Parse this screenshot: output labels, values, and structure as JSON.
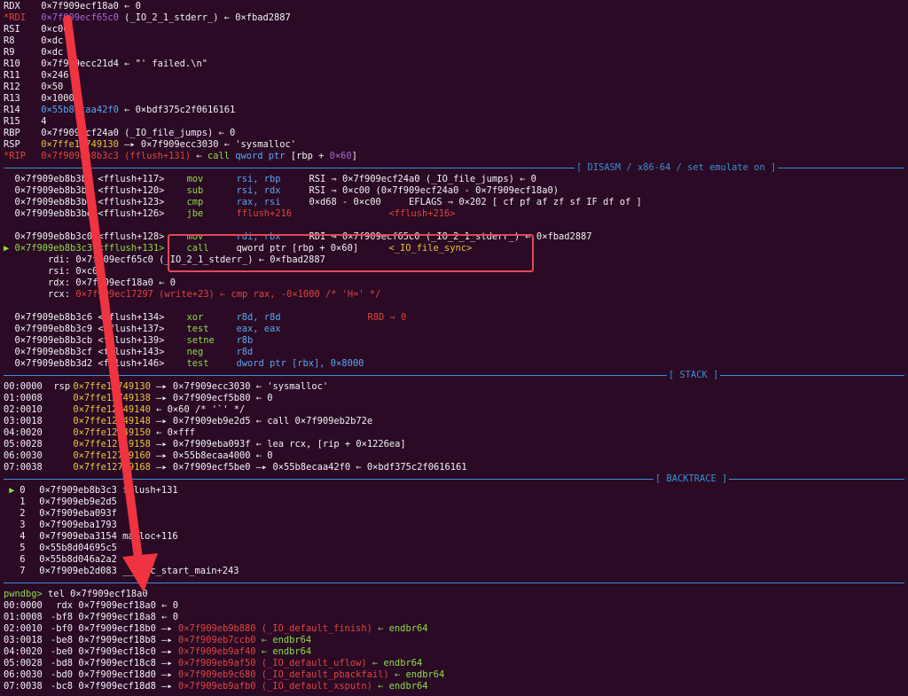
{
  "registers": [
    {
      "name": "RDX",
      "changed": false,
      "val": "0×7f909ecf18a0",
      "val_color": "white",
      "rest": " ← 0"
    },
    {
      "name": "*RDI",
      "changed": true,
      "val": "0×7f909ecf65c0",
      "val_color": "purple",
      "rest": " (_IO_2_1_stderr_) ← 0×fbad2887"
    },
    {
      "name": "RSI",
      "changed": false,
      "val": "0×c00",
      "val_color": "white",
      "rest": ""
    },
    {
      "name": "R8",
      "changed": false,
      "val": "0×dc",
      "val_color": "white",
      "rest": ""
    },
    {
      "name": "R9",
      "changed": false,
      "val": "0×dc",
      "val_color": "white",
      "rest": ""
    },
    {
      "name": "R10",
      "changed": false,
      "val": "0×7f909ecc21d4",
      "val_color": "white",
      "rest": " ← \"' failed.\\n\""
    },
    {
      "name": "R11",
      "changed": false,
      "val": "0×246",
      "val_color": "white",
      "rest": ""
    },
    {
      "name": "R12",
      "changed": false,
      "val": "0×50",
      "val_color": "white",
      "rest": ""
    },
    {
      "name": "R13",
      "changed": false,
      "val": "0×1000",
      "val_color": "white",
      "rest": ""
    },
    {
      "name": "R14",
      "changed": false,
      "val": "0×55b8ecaa42f0",
      "val_color": "blue",
      "rest": " ← 0×bdf375c2f0616161"
    },
    {
      "name": "R15",
      "changed": false,
      "val": "4",
      "val_color": "white",
      "rest": ""
    },
    {
      "name": "RBP",
      "changed": false,
      "val": "0×7f909ecf24a0",
      "val_color": "white",
      "rest": " (_IO_file_jumps) ← 0"
    },
    {
      "name": "RSP",
      "changed": false,
      "val": "0×7ffe12749130",
      "val_color": "yellow",
      "rest": " —▸ 0×7f909ecc3030 ← 'sysmalloc'"
    }
  ],
  "rip": {
    "name": "*RIP",
    "val": "0×7f909eb8b3c3 (fflush+131)",
    "arrow": " ← ",
    "kw": "call",
    "ptr": "qword ptr",
    "operand": "[rbp + ",
    "offset": "0×60",
    "close": "]"
  },
  "sections": {
    "disasm": "[ DISASM / x86-64 / set emulate on ]",
    "stack": "[ STACK ]",
    "backtrace": "[ BACKTRACE ]"
  },
  "disasm": [
    {
      "addr": "0×7f909eb8b3b5 <fflush+117>",
      "mnem": "mov",
      "ops": "rsi, rbp",
      "comment": "RSI ⇒ 0×7f909ecf24a0 (_IO_file_jumps) ← 0"
    },
    {
      "addr": "0×7f909eb8b3b8 <fflush+120>",
      "mnem": "sub",
      "ops": "rsi, rdx",
      "comment": "RSI ⇒ 0×c00 (0×7f909ecf24a0 - 0×7f909ecf18a0)"
    },
    {
      "addr": "0×7f909eb8b3bb <fflush+123>",
      "mnem": "cmp",
      "ops": "rax, rsi",
      "comment": "0×d68 - 0×c00     EFLAGS ⇒ 0×202 [ cf pf af zf sf IF df of ]"
    },
    {
      "addr": "0×7f909eb8b3be <fflush+126>",
      "mnem": "jbe",
      "ops": "fflush+216",
      "comment": "<fflush+216>"
    }
  ],
  "disasm2": [
    {
      "addr": "0×7f909eb8b3c0 <fflush+128>",
      "mnem": "mov",
      "ops": "rdi, rbx",
      "comment": "RDI ⇒ 0×7f909ecf65c0 (_IO_2_1_stderr_) ← 0×fbad2887"
    },
    {
      "addr": "0×7f909eb8b3c3 <fflush+131>",
      "mnem": "call",
      "ops": "qword ptr [rbp + 0×60]",
      "comment": "<_IO_file_sync>",
      "current": true
    }
  ],
  "call_args": [
    {
      "name": "rdi:",
      "val": "0×7f909ecf65c0 (_IO_2_1_stderr_) ← 0×fbad2887"
    },
    {
      "name": "rsi:",
      "val": "0×c00"
    },
    {
      "name": "rdx:",
      "val": "0×7f909ecf18a0 ← 0"
    },
    {
      "name": "rcx:",
      "val": "0×7f909ec17297 (write+23) ← cmp rax, -0×1000 /* 'H=' */"
    }
  ],
  "disasm3": [
    {
      "addr": "0×7f909eb8b3c6 <fflush+134>",
      "mnem": "xor",
      "ops": "r8d, r8d",
      "comment": "R8D ⇒ 0"
    },
    {
      "addr": "0×7f909eb8b3c9 <fflush+137>",
      "mnem": "test",
      "ops": "eax, eax",
      "comment": ""
    },
    {
      "addr": "0×7f909eb8b3cb <fflush+139>",
      "mnem": "setne",
      "ops": "r8b",
      "comment": ""
    },
    {
      "addr": "0×7f909eb8b3cf <fflush+143>",
      "mnem": "neg",
      "ops": "r8d",
      "comment": ""
    },
    {
      "addr": "0×7f909eb8b3d2 <fflush+146>",
      "mnem": "test",
      "ops": "dword ptr [rbx], 0×8000",
      "comment": ""
    }
  ],
  "stack": [
    {
      "idx": "00:0000",
      "reg": "rsp",
      "addr": "0×7ffe12749130",
      "rest": " —▸ 0×7f909ecc3030 ← 'sysmalloc'"
    },
    {
      "idx": "01:0008",
      "reg": "",
      "addr": "0×7ffe12749138",
      "rest": " —▸ 0×7f909ecf5b80 ← 0"
    },
    {
      "idx": "02:0010",
      "reg": "",
      "addr": "0×7ffe12749140",
      "rest": " ← 0×60 /* '`' */"
    },
    {
      "idx": "03:0018",
      "reg": "",
      "addr": "0×7ffe12749148",
      "rest": " —▸ 0×7f909eb9e2d5 ← call 0×7f909eb2b72e"
    },
    {
      "idx": "04:0020",
      "reg": "",
      "addr": "0×7ffe12749150",
      "rest": " ← 0×fff"
    },
    {
      "idx": "05:0028",
      "reg": "",
      "addr": "0×7ffe12749158",
      "rest": " —▸ 0×7f909eba093f ← lea rcx, [rip + 0×1226ea]"
    },
    {
      "idx": "06:0030",
      "reg": "",
      "addr": "0×7ffe12749160",
      "rest": " —▸ 0×55b8ecaa4000 ← 0"
    },
    {
      "idx": "07:0038",
      "reg": "",
      "addr": "0×7ffe12749168",
      "rest": " —▸ 0×7f909ecf5be0 —▸ 0×55b8ecaa42f0 ← 0×bdf375c2f0616161"
    }
  ],
  "backtrace": [
    {
      "marker": "▶",
      "idx": "0",
      "addr": "0×7f909eb8b3c3",
      "sym": "fflush+131"
    },
    {
      "marker": "",
      "idx": "1",
      "addr": "0×7f909eb9e2d5",
      "sym": ""
    },
    {
      "marker": "",
      "idx": "2",
      "addr": "0×7f909eba093f",
      "sym": ""
    },
    {
      "marker": "",
      "idx": "3",
      "addr": "0×7f909eba1793",
      "sym": ""
    },
    {
      "marker": "",
      "idx": "4",
      "addr": "0×7f909eba3154",
      "sym": "malloc+116"
    },
    {
      "marker": "",
      "idx": "5",
      "addr": "0×55b8d04695c5",
      "sym": ""
    },
    {
      "marker": "",
      "idx": "6",
      "addr": "0×55b8d046a2a2",
      "sym": ""
    },
    {
      "marker": "",
      "idx": "7",
      "addr": "0×7f909eb2d083",
      "sym": "__libc_start_main+243"
    }
  ],
  "prompt": {
    "label": "pwndbg>",
    "command": " tel 0×7f909ecf18a0"
  },
  "tel": [
    {
      "idx": "00:0000",
      "reg": "rdx",
      "addr": "0×7f909ecf18a0",
      "rest": " ← 0",
      "target": "",
      "after": ""
    },
    {
      "idx": "01:0008",
      "reg": "-bf8",
      "addr": "0×7f909ecf18a8",
      "rest": " ← 0",
      "target": "",
      "after": ""
    },
    {
      "idx": "02:0010",
      "reg": "-bf0",
      "addr": "0×7f909ecf18b0",
      "rest": " —▸ ",
      "target": "0×7f909eb9b880 (_IO_default_finish)",
      "after": " ← endbr64"
    },
    {
      "idx": "03:0018",
      "reg": "-be8",
      "addr": "0×7f909ecf18b8",
      "rest": " —▸ ",
      "target": "0×7f909eb7ccb0",
      "after": " ← endbr64"
    },
    {
      "idx": "04:0020",
      "reg": "-be0",
      "addr": "0×7f909ecf18c0",
      "rest": " —▸ ",
      "target": "0×7f909eb9af40",
      "after": " ← endbr64"
    },
    {
      "idx": "05:0028",
      "reg": "-bd8",
      "addr": "0×7f909ecf18c8",
      "rest": " —▸ ",
      "target": "0×7f909eb9af50 (_IO_default_uflow)",
      "after": " ← endbr64"
    },
    {
      "idx": "06:0030",
      "reg": "-bd0",
      "addr": "0×7f909ecf18d0",
      "rest": " —▸ ",
      "target": "0×7f909eb9c680 (_IO_default_pbackfail)",
      "after": " ← endbr64"
    },
    {
      "idx": "07:0038",
      "reg": "-bc8",
      "addr": "0×7f909ecf18d8",
      "rest": " —▸ ",
      "target": "0×7f909eb9afb0 (_IO_default_xsputn)",
      "after": " ← endbr64"
    }
  ],
  "colors": {
    "background": "#2a0a25",
    "annotation": "#e04b55",
    "separator": "#3a8fd6"
  }
}
